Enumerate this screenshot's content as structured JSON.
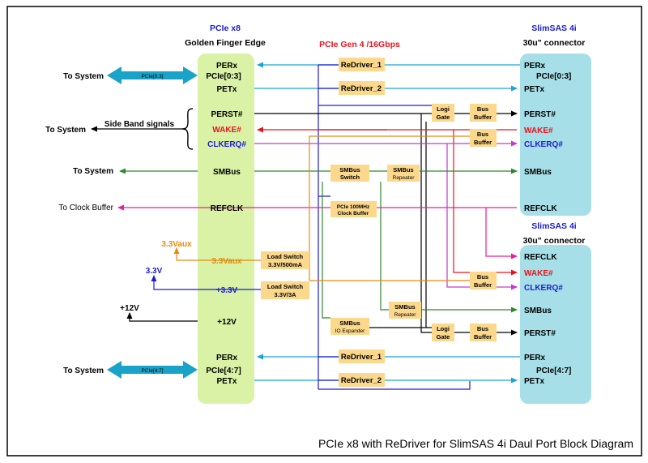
{
  "colors": {
    "black": "#000000",
    "blue": "#1c1cd0",
    "cyan": "#1aa3d8",
    "red": "#e8141e",
    "magenta": "#c43ad0",
    "green": "#2e8a2e",
    "pink": "#ee1c9a",
    "orange": "#e48a10",
    "gold_fill": "#fbd88c",
    "green_fill": "#d9f2a6",
    "cyan_fill": "#a6dfe8",
    "slot_arrow": "#1aa3c8"
  },
  "title": "PCIe x8 with ReDriver for SlimSAS 4i Daul Port Block Diagram",
  "pcie_header": {
    "line1": "PCIe x8",
    "line2": "Golden Finger Edge"
  },
  "gen_header": "PCIe Gen 4 /16Gbps",
  "conn_top_header": {
    "line1": "SlimSAS 4i",
    "line2": "30u\" connector"
  },
  "conn_bot_header": {
    "line1": "SlimSAS 4i",
    "line2": "30u\" connector"
  },
  "left_labels": {
    "to_system_top": "To System",
    "slot_top": "PCIe[0:3]",
    "side_band": "Side Band signals",
    "to_system_sideband": "To System",
    "to_system_smbus": "To System",
    "to_clock_buffer": "To Clock Buffer",
    "v33aux": "3.3Vaux",
    "v33": "3.3V",
    "v12": "+12V",
    "to_system_bottom": "To System",
    "slot_bottom": "PCIe[4:7]"
  },
  "pcie_pins": {
    "perx_top": "PERx",
    "pcie03": "PCIe[0:3]",
    "petx_top": "PETx",
    "perst": "PERST#",
    "wake": "WAKE#",
    "clkreq": "CLKERQ#",
    "smbus": "SMBus",
    "refclk": "REFCLK",
    "v33aux": "3.3Vaux",
    "v33": "+3.3V",
    "v12": "+12V",
    "perx_bot": "PERx",
    "pcie47": "PCIe[4:7]",
    "petx_bot": "PETx"
  },
  "conn_top_pins": {
    "perx": "PERx",
    "pcie03": "PCIe[0:3]",
    "petx": "PETx",
    "perst": "PERST#",
    "wake": "WAKE#",
    "clkreq": "CLKERQ#",
    "smbus": "SMBus",
    "refclk": "REFCLK"
  },
  "conn_bot_pins": {
    "refclk": "REFCLK",
    "wake": "WAKE#",
    "clkreq": "CLKERQ#",
    "smbus": "SMBus",
    "perst": "PERST#",
    "perx": "PERx",
    "pcie47": "PCIe[4:7]",
    "petx": "PETx"
  },
  "blocks": {
    "redriver1_top": "ReDriver_1",
    "redriver2_top": "ReDriver_2",
    "logic_top": {
      "line1": "Logi",
      "line2": "Gate"
    },
    "bus_buffer1": {
      "line1": "Bus",
      "line2": "Buffer"
    },
    "bus_buffer2": {
      "line1": "Bus",
      "line2": "Buffer"
    },
    "smbus_switch": {
      "line1": "SMBus",
      "line2": "Switch"
    },
    "smbus_repeater_top": {
      "line1": "SMBus",
      "line2": "Repeater"
    },
    "clock_buffer": {
      "line1": "PCIe 100MHz",
      "line2": "Clock Buffer"
    },
    "load_switch_aux": {
      "line1": "Load Switch",
      "line2": "3.3V/500mA"
    },
    "load_switch_33": {
      "line1": "Load Switch",
      "line2": "3.3V/3A"
    },
    "bus_buffer3": {
      "line1": "Bus",
      "line2": "Buffer"
    },
    "smbus_repeater_bot": {
      "line1": "SMBus",
      "line2": "Repeater"
    },
    "smbus_io": {
      "line1": "SMBus",
      "line2": "IO Expander"
    },
    "logic_bot": {
      "line1": "Logi",
      "line2": "Gate"
    },
    "bus_buffer4": {
      "line1": "Bus",
      "line2": "Buffer"
    },
    "redriver1_bot": "ReDriver_1",
    "redriver2_bot": "ReDriver_2"
  }
}
